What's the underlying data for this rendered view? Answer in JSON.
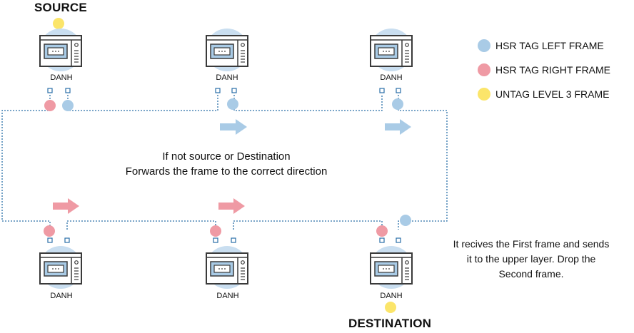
{
  "labels": {
    "source": "SOURCE",
    "destination": "DESTINATION",
    "device": "DANH"
  },
  "legend": [
    {
      "label": "HSR TAG LEFT FRAME",
      "color": "#a9cbe6"
    },
    {
      "label": "HSR TAG RIGHT FRAME",
      "color": "#ef9aa4"
    },
    {
      "label": "UNTAG LEVEL 3 FRAME",
      "color": "#fbe56a"
    }
  ],
  "center_text": {
    "line1": "If not source or Destination",
    "line2": "Forwards the frame to the correct direction"
  },
  "destination_note": {
    "line1": "It recives the First frame and sends",
    "line2": "it to the upper layer. Drop the",
    "line3": "Second frame."
  },
  "colors": {
    "ring_line": "#2a6fa8",
    "left_frame": "#a9cbe6",
    "right_frame": "#ef9aa4",
    "untag_frame": "#fbe56a",
    "device_halo": "#c9def0"
  }
}
